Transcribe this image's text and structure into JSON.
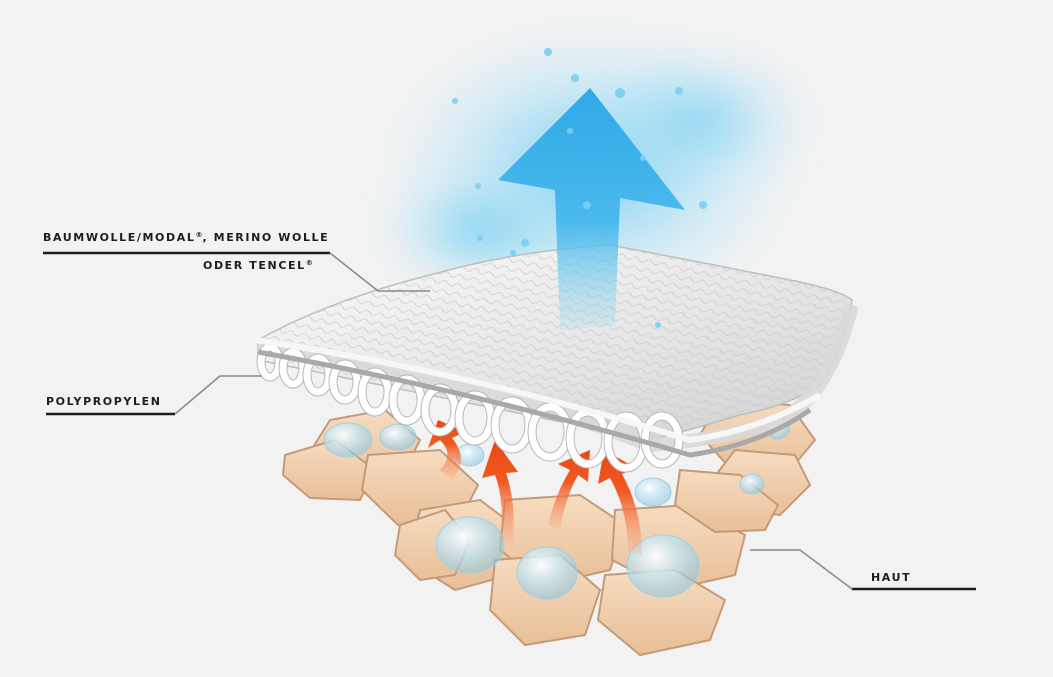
{
  "labels": {
    "fabric_line1": "BAUMWOLLE/MODAL",
    "fabric_line1_reg": "®",
    "fabric_line1_rest": ", MERINO WOLLE",
    "fabric_line2": "ODER TENCEL",
    "fabric_line2_reg": "®",
    "middle": "POLYPROPYLEN",
    "bottom": "HAUT"
  },
  "colors": {
    "background": "#f2f2f2",
    "skin": "#f0cda8",
    "skin_edge": "#c49a78",
    "vapor_arrow": "#3fb4ea",
    "heat_arrow": "#f0541c",
    "fabric": "#e6e6e6",
    "loops": "#ffffff",
    "leader": "#1d1d1d",
    "leader_diag": "#8a8a8a"
  },
  "icons": {
    "vapor": "up-arrow-icon",
    "heat": "curved-arrow-icon",
    "moisture": "droplet-icon"
  }
}
